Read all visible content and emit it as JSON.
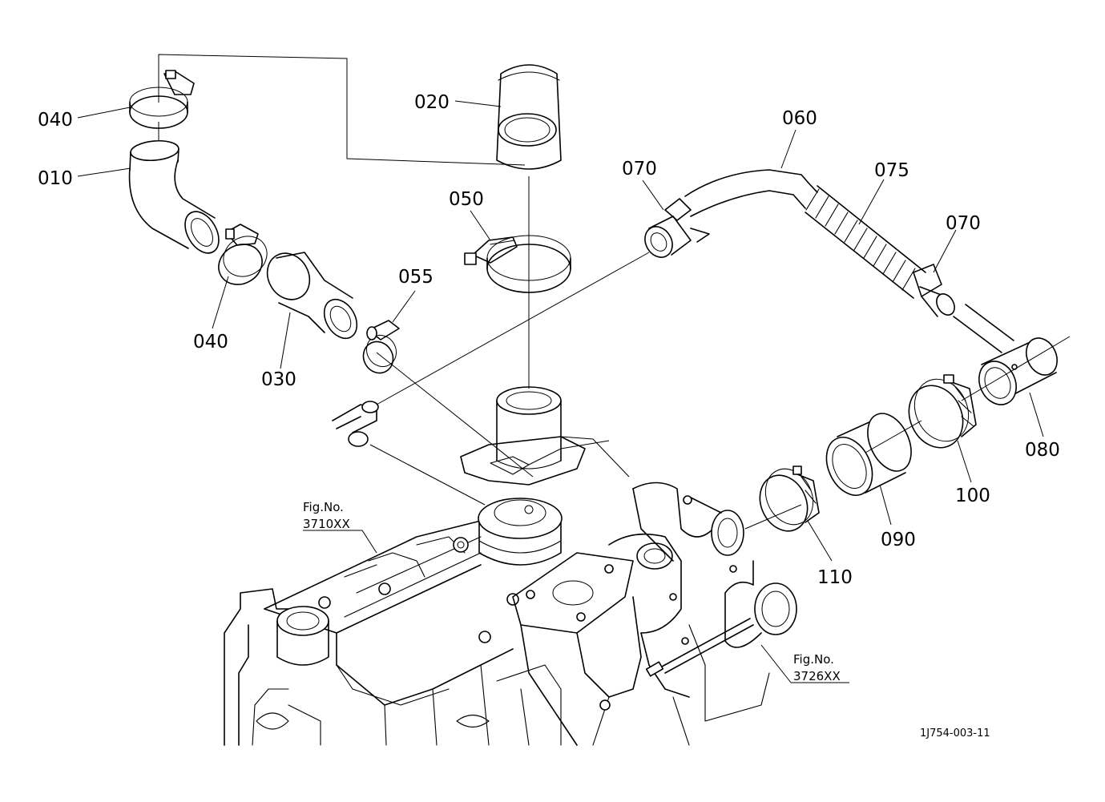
{
  "callouts": [
    {
      "id": "c040a",
      "text": "040"
    },
    {
      "id": "c010",
      "text": "010"
    },
    {
      "id": "c020",
      "text": "020"
    },
    {
      "id": "c050",
      "text": "050"
    },
    {
      "id": "c040b",
      "text": "040"
    },
    {
      "id": "c030",
      "text": "030"
    },
    {
      "id": "c055",
      "text": "055"
    },
    {
      "id": "c060",
      "text": "060"
    },
    {
      "id": "c070a",
      "text": "070"
    },
    {
      "id": "c075",
      "text": "075"
    },
    {
      "id": "c070b",
      "text": "070"
    },
    {
      "id": "c080",
      "text": "080"
    },
    {
      "id": "c100",
      "text": "100"
    },
    {
      "id": "c090",
      "text": "090"
    },
    {
      "id": "c110",
      "text": "110"
    }
  ],
  "fig_refs": [
    {
      "line1": "Fig.No.",
      "line2": "3710XX"
    },
    {
      "line1": "Fig.No.",
      "line2": "3726XX"
    }
  ],
  "drawing_number": "1J754-003-11"
}
